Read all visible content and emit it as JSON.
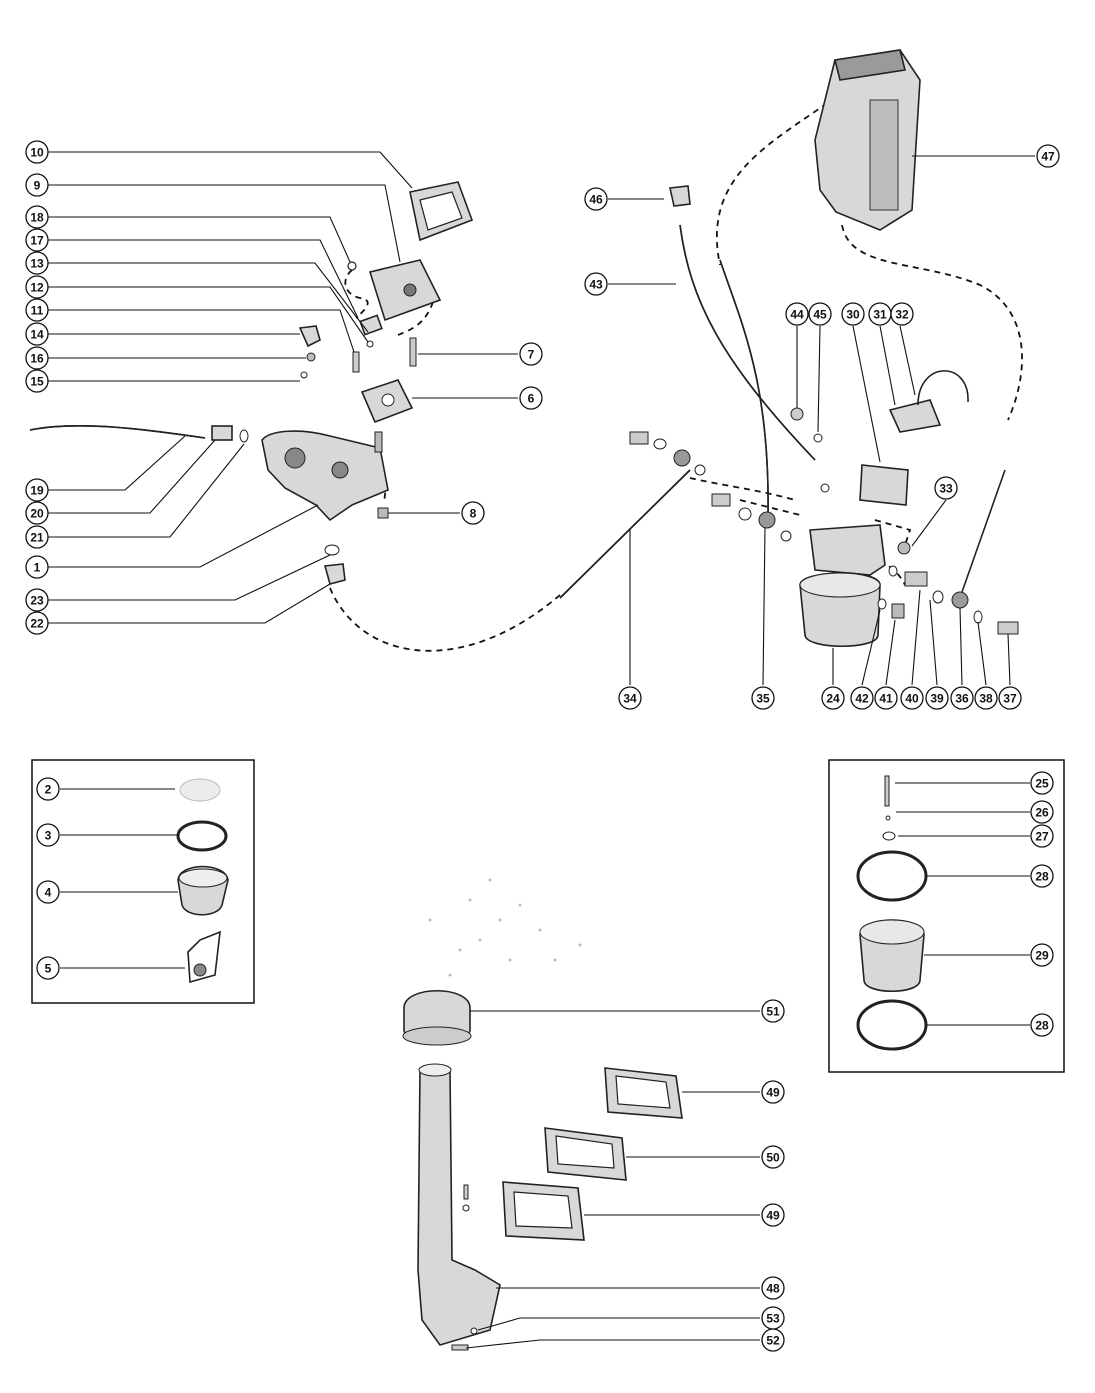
{
  "figure": {
    "kind": "exploded parts diagram",
    "part_glyph_style": "line art, grey hatched fills"
  },
  "callouts": [
    "10",
    "9",
    "18",
    "17",
    "13",
    "12",
    "11",
    "14",
    "16",
    "15",
    "19",
    "20",
    "21",
    "1",
    "23",
    "22",
    "7",
    "6",
    "8",
    "46",
    "43",
    "47",
    "44",
    "45",
    "30",
    "31",
    "32",
    "33",
    "34",
    "35",
    "24",
    "42",
    "41",
    "40",
    "39",
    "36",
    "38",
    "37",
    "2",
    "3",
    "4",
    "5",
    "25",
    "26",
    "27",
    "28",
    "29",
    "28",
    "51",
    "49",
    "50",
    "49",
    "48",
    "53",
    "52"
  ]
}
